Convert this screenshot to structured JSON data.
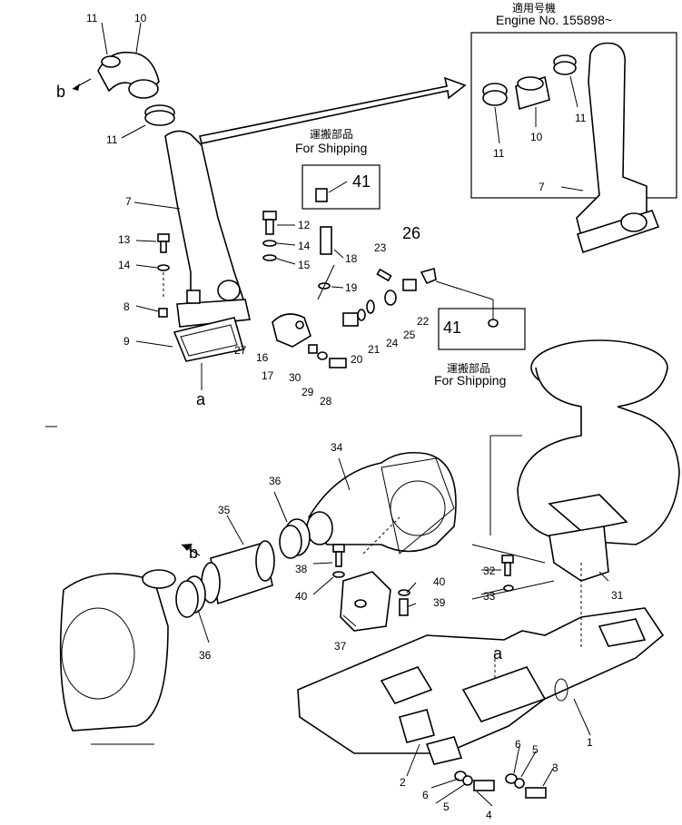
{
  "engine_note": {
    "jp": "適用号機",
    "en": "Engine  No. 155898~"
  },
  "shipping_top": {
    "jp": "運搬部品",
    "en": "For  Shipping",
    "part": "41"
  },
  "shipping_right": {
    "jp": "運搬部品",
    "en": "For  Shipping",
    "part": "41"
  },
  "view_letters": {
    "a": "a",
    "b": "b"
  },
  "callouts": [
    "1",
    "2",
    "3",
    "4",
    "5",
    "6",
    "7",
    "8",
    "9",
    "10",
    "11",
    "12",
    "13",
    "14",
    "15",
    "16",
    "17",
    "18",
    "19",
    "20",
    "21",
    "22",
    "23",
    "24",
    "25",
    "26",
    "27",
    "28",
    "29",
    "30",
    "31",
    "32",
    "33",
    "34",
    "35",
    "36",
    "37",
    "38",
    "39",
    "40"
  ]
}
